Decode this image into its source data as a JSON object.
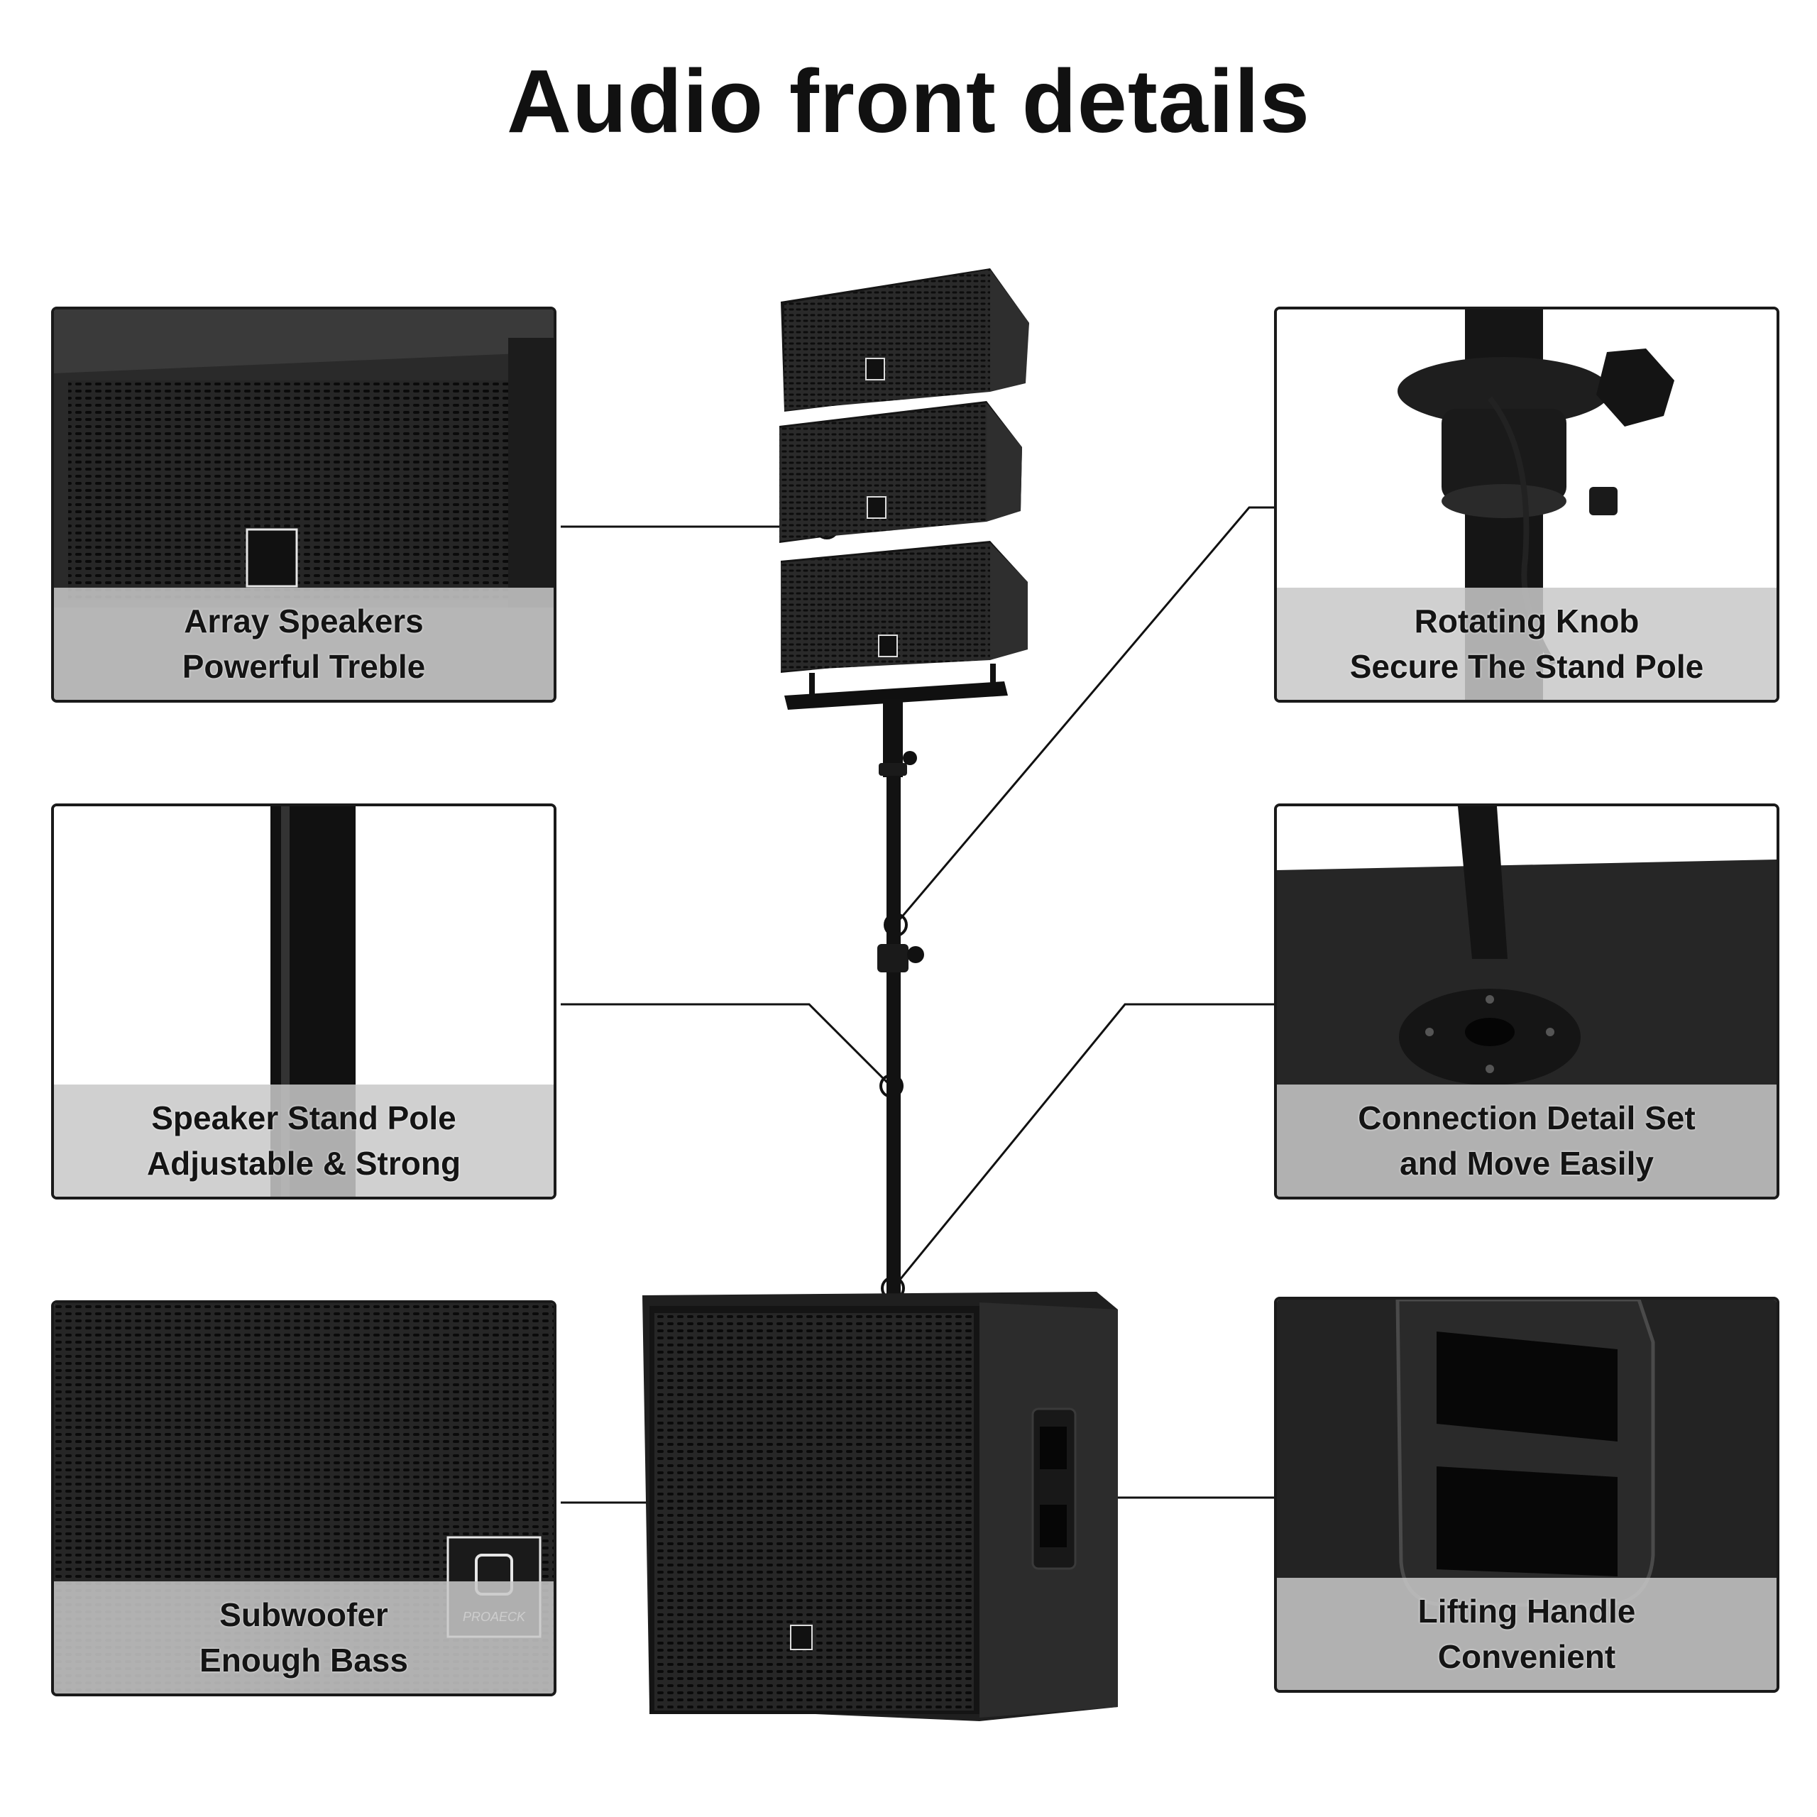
{
  "title": "Audio front details",
  "panels": {
    "array": {
      "line1": "Array Speakers",
      "line2": "Powerful Treble"
    },
    "knob": {
      "line1": "Rotating Knob",
      "line2": "Secure The Stand Pole"
    },
    "pole": {
      "line1": "Speaker Stand Pole",
      "line2": "Adjustable & Strong"
    },
    "connection": {
      "line1": "Connection Detail Set",
      "line2": "and Move Easily"
    },
    "subwoofer": {
      "line1": "Subwoofer",
      "line2": "Enough Bass"
    },
    "handle": {
      "line1": "Lifting Handle",
      "line2": "Convenient"
    }
  },
  "brand": "PROAECK",
  "colors": {
    "speaker": "#1c1c1c",
    "caption_bg": "#c8c8c8",
    "text": "#141414"
  }
}
